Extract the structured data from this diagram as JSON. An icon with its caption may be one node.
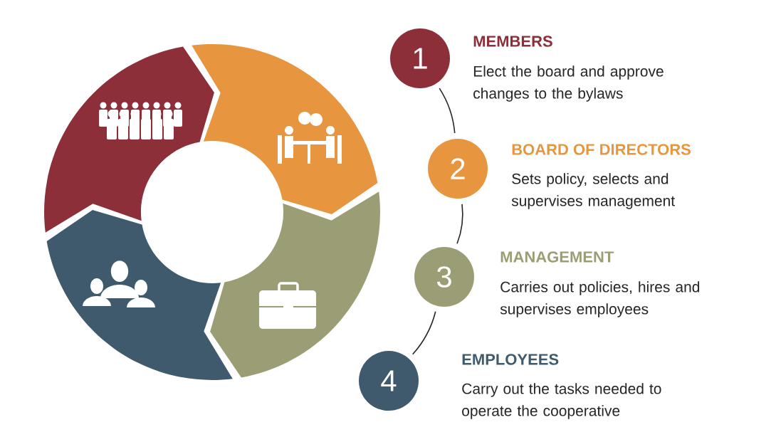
{
  "diagram": {
    "nodes": [
      {
        "text": [
          "1"
        ],
        "beside": [
          "MEMBERS",
          "Elect the board and approve changes to the bylaws"
        ]
      },
      {
        "text": [
          "2"
        ],
        "beside": [
          "BOARD OF DIRECTORS",
          "Sets policy, selects and supervises management"
        ]
      },
      {
        "text": [
          "3"
        ],
        "beside": [
          "MANAGEMENT",
          "Carries out policies, hires and supervises employees"
        ]
      },
      {
        "text": [
          "4"
        ],
        "beside": [
          "EMPLOYEES",
          "Carry out the tasks needed to operate the cooperative"
        ]
      }
    ],
    "edges": [
      {
        "from": 0,
        "to": 1,
        "arrow": "none"
      },
      {
        "from": 1,
        "to": 2,
        "arrow": "none"
      },
      {
        "from": 2,
        "to": 3,
        "arrow": "none"
      }
    ]
  }
}
